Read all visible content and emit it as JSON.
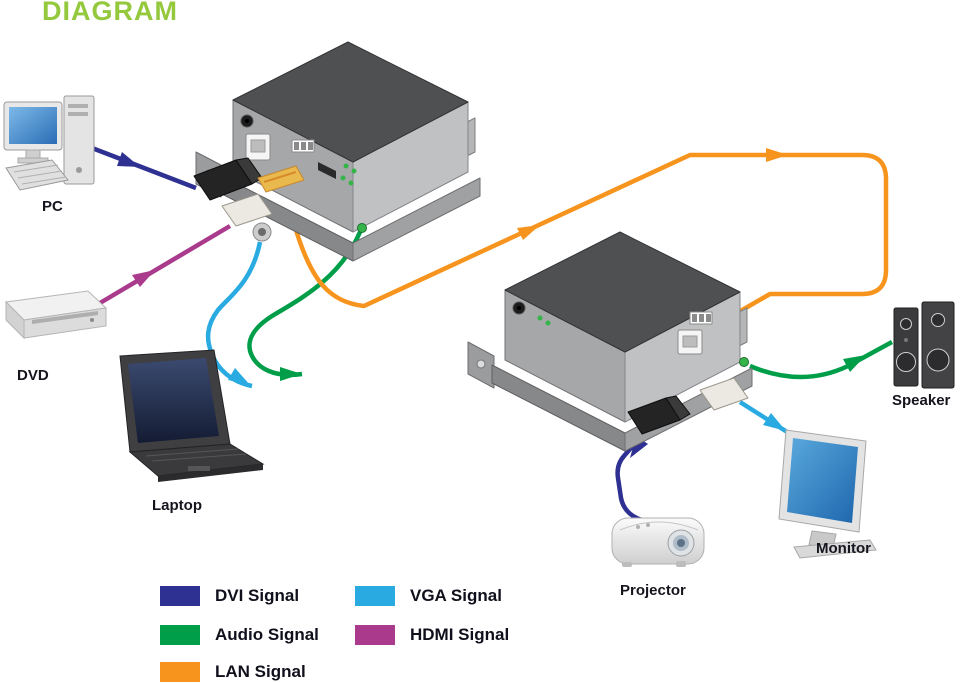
{
  "title": "DIAGRAM",
  "colors": {
    "title": "#94C83D",
    "dvi": "#2E3192",
    "vga": "#29ABE2",
    "audio": "#009E49",
    "hdmi": "#A93A8C",
    "lan": "#F7941E"
  },
  "devices": {
    "pc": "PC",
    "dvd": "DVD",
    "laptop": "Laptop",
    "speaker": "Speaker",
    "monitor": "Monitor",
    "projector": "Projector"
  },
  "legend": {
    "items": [
      {
        "label": "DVI Signal",
        "color": "#2E3192"
      },
      {
        "label": "VGA Signal",
        "color": "#29ABE2"
      },
      {
        "label": "Audio Signal",
        "color": "#009E49"
      },
      {
        "label": "HDMI Signal",
        "color": "#A93A8C"
      },
      {
        "label": "LAN Signal",
        "color": "#F7941E"
      }
    ]
  },
  "connections": [
    {
      "from": "PC",
      "to": "Transmitter",
      "signal": "DVI"
    },
    {
      "from": "DVD",
      "to": "Transmitter",
      "signal": "HDMI"
    },
    {
      "from": "Laptop",
      "to": "Transmitter",
      "signal": "VGA"
    },
    {
      "from": "Laptop",
      "to": "Transmitter",
      "signal": "Audio"
    },
    {
      "from": "Transmitter",
      "to": "Receiver",
      "signal": "LAN"
    },
    {
      "from": "Receiver",
      "to": "Projector",
      "signal": "DVI"
    },
    {
      "from": "Receiver",
      "to": "Monitor",
      "signal": "VGA"
    },
    {
      "from": "Receiver",
      "to": "Speaker",
      "signal": "Audio"
    }
  ]
}
